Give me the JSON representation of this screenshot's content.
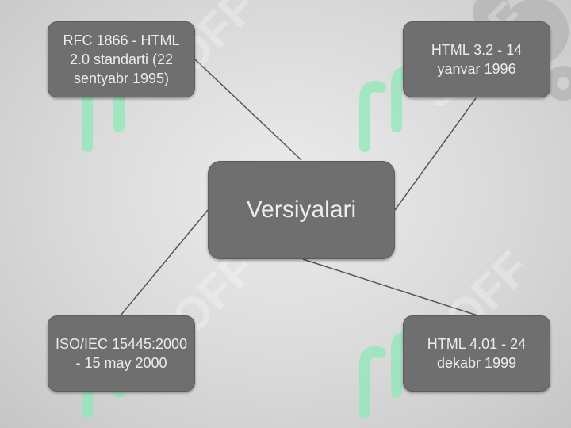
{
  "center": {
    "label": "Versiyalari"
  },
  "nodes": [
    {
      "id": "rfc",
      "label": "RFC 1866 - HTML 2.0 standarti (22 sentyabr 1995)"
    },
    {
      "id": "html32",
      "label": "HTML 3.2 - 14 yanvar 1996"
    },
    {
      "id": "iso",
      "label": "ISO/IEC 15445:2000 - 15 may 2000"
    },
    {
      "id": "html401",
      "label": "HTML 4.01 - 24 dekabr 1999"
    }
  ],
  "watermark": {
    "text": "SOFF",
    "color": "#7de8b0"
  },
  "colors": {
    "node_fill": "#6f6f6f",
    "node_text": "#ececec",
    "connector": "#555555"
  }
}
